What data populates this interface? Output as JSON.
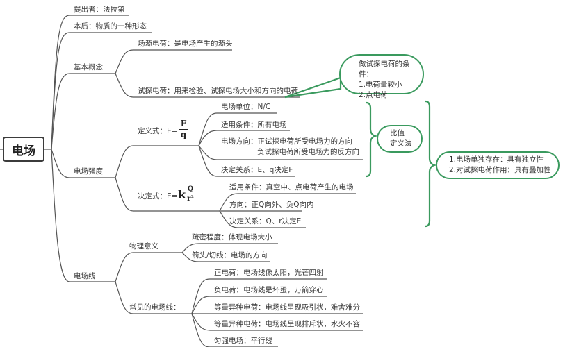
{
  "root": {
    "label": "电场"
  },
  "branches": {
    "proposer": "提出者：法拉第",
    "essence": "本质：物质的一种形态",
    "basic_concepts": {
      "label": "基本概念",
      "source_charge": "场源电荷：是电场产生的源头",
      "test_charge": "试探电荷：用来检验、试探电场大小和方向的电荷"
    },
    "field_strength": {
      "label": "电场强度",
      "definition": {
        "label": "定义式：E=",
        "formula_num": "F",
        "formula_den": "q",
        "items": [
          "电场单位：N/C",
          "适用条件：所有电场",
          "电场方向：正试探电荷所受电场力的方向",
          "负试探电荷所受电场力的反方向",
          "决定关系：E、q决定F"
        ]
      },
      "determination": {
        "label": "决定式：E=",
        "formula_k": "k",
        "formula_num": "Q",
        "formula_den": "r²",
        "items": [
          "适用条件：真空中、点电荷产生的电场",
          "方向：正Q向外、负Q向内",
          "决定关系：Q、r决定E"
        ]
      }
    },
    "field_lines": {
      "label": "电场线",
      "physical_meaning": {
        "label": "物理意义",
        "items": [
          "疏密程度：体现电场大小",
          "箭头/切线：电场的方向"
        ]
      },
      "common": {
        "label": "常见的电场线：",
        "items": [
          "正电荷：电场线像太阳，光芒四射",
          "负电荷：电场线是坏蛋，万箭穿心",
          "等量异种电荷：电场线呈现吸引状，难舍难分",
          "等量异种电荷：电场线呈现排斥状，水火不容",
          "匀强电场：平行线"
        ]
      }
    }
  },
  "callouts": {
    "test_charge_conditions": [
      "做试探电荷的条件：",
      "1.电荷量较小",
      "2.点电荷"
    ],
    "ratio_method": [
      "比值",
      "定义法"
    ],
    "properties": [
      "1.电场单独存在：具有独立性",
      "2.对试探电荷作用：具有叠加性"
    ]
  },
  "colors": {
    "line": "#555555",
    "accent_green": "#3a9a5e"
  }
}
